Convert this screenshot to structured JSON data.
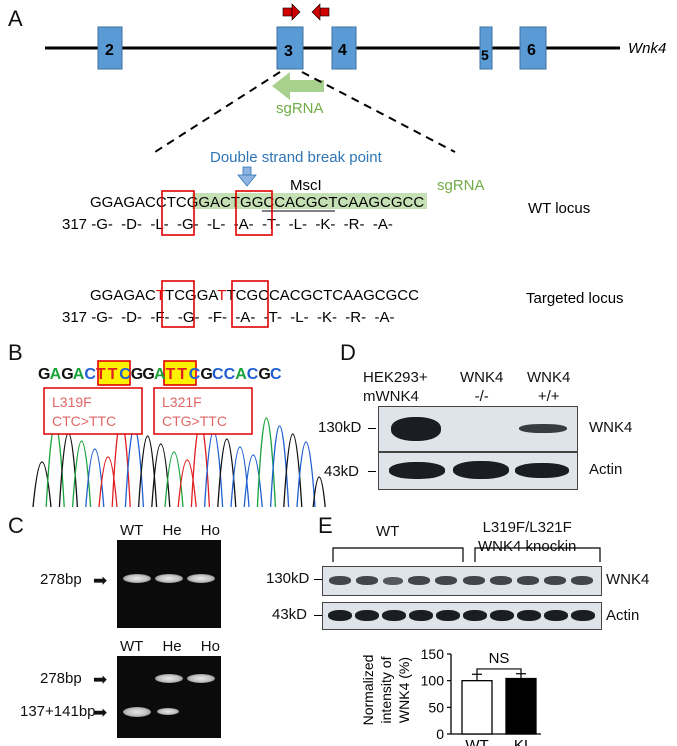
{
  "panels": {
    "A": "A",
    "B": "B",
    "C": "C",
    "D": "D",
    "E": "E"
  },
  "panelA": {
    "gene": "Wnk4",
    "exons": [
      "2",
      "3",
      "4",
      "5",
      "6"
    ],
    "sgRNA_label": "sgRNA",
    "dsb_label": "Double strand break point",
    "enzyme_label": "MscI",
    "sgRNA_seq_label": "sgRNA",
    "wt_seq": [
      "GGAGAC",
      "CTC",
      "GGA",
      "CTG",
      "GCCACGCTCAAGCGCC"
    ],
    "wt_aa": "317 -G-  -D-  -L-  -G-  -L-  -A-  -T-  -L-  -K-  -R-  -A-",
    "wt_label": "WT locus",
    "ki_seq": [
      "GGAGAC",
      "T",
      "TC",
      "GGA",
      "T",
      "TC",
      "GCCACGCTCAAGCGCC"
    ],
    "ki_aa": "317 -G-  -D-  -F-  -G-  -F-  -A-  -T-  -L-  -K-  -R-  -A-",
    "ki_label": "Targeted locus"
  },
  "panelB": {
    "bases": [
      "G",
      "A",
      "G",
      "A",
      "C",
      "T",
      "T",
      "C",
      "G",
      "G",
      "A",
      "T",
      "T",
      "C",
      "G",
      "C",
      "C",
      "A",
      "C",
      "G",
      "C"
    ],
    "mut1_name": "L319F",
    "mut1_change": "CTC>TTC",
    "mut2_name": "L321F",
    "mut2_change": "CTG>TTC"
  },
  "panelC": {
    "lanes": [
      "WT",
      "He",
      "Ho"
    ],
    "top_marker": "278bp",
    "bottom_marker_1": "278bp",
    "bottom_marker_2": "137+141bp"
  },
  "panelD": {
    "lane1": [
      "HEK293+",
      "mWNK4"
    ],
    "lane2": [
      "WNK4",
      "-/-"
    ],
    "lane3": [
      "WNK4",
      "+/+"
    ],
    "mw1": "130kD",
    "mw2": "43kD",
    "band1": "WNK4",
    "band2": "Actin"
  },
  "panelE": {
    "group1": "WT",
    "group2_line1": "L319F/L321F",
    "group2_line2": "WNK4 knockin",
    "mw1": "130kD",
    "mw2": "43kD",
    "band1": "WNK4",
    "band2": "Actin"
  },
  "chart_data": {
    "type": "bar",
    "categories": [
      "WT",
      "KI"
    ],
    "values": [
      100,
      104
    ],
    "errors": [
      12,
      9
    ],
    "colors": [
      "#ffffff",
      "#000000"
    ],
    "ylabel": "Normalized intensity of WNK4 (%)",
    "ylabel_line1": "Normalized",
    "ylabel_line2": "intensity of",
    "ylabel_line3": "WNK4 (%)",
    "ylim": [
      0,
      150
    ],
    "yticks": [
      "0",
      "50",
      "100",
      "150"
    ],
    "annotation": "NS"
  }
}
